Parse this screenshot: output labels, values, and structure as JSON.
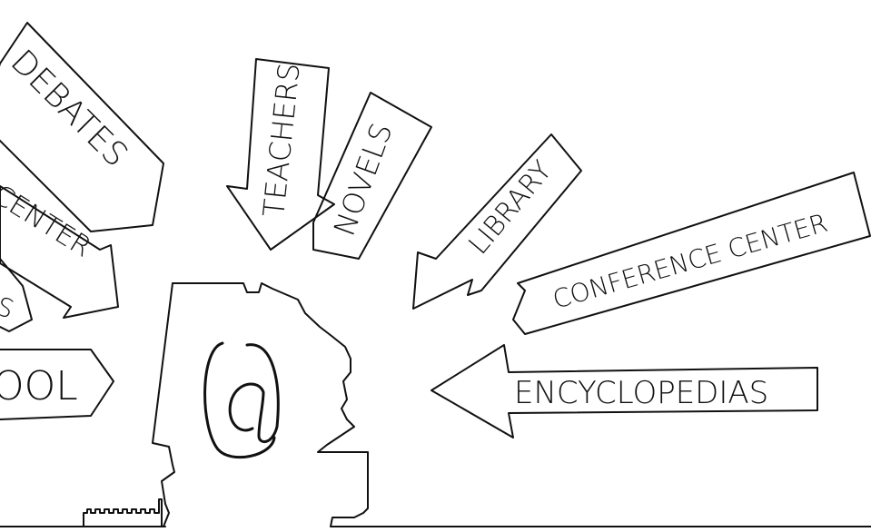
{
  "arrows": {
    "debates": "DEBATES",
    "center_left": "CENTER",
    "partial_s": "S",
    "school": "OOL",
    "teachers": "TEACHERS",
    "novels": "NOVELS",
    "library": "LIBRARY",
    "conference_center": "CONFERENCE CENTER",
    "encyclopedias": "ENCYCLOPEDIAS"
  },
  "center_symbol": "@",
  "colors": {
    "ink": "#111111",
    "background": "#ffffff"
  }
}
